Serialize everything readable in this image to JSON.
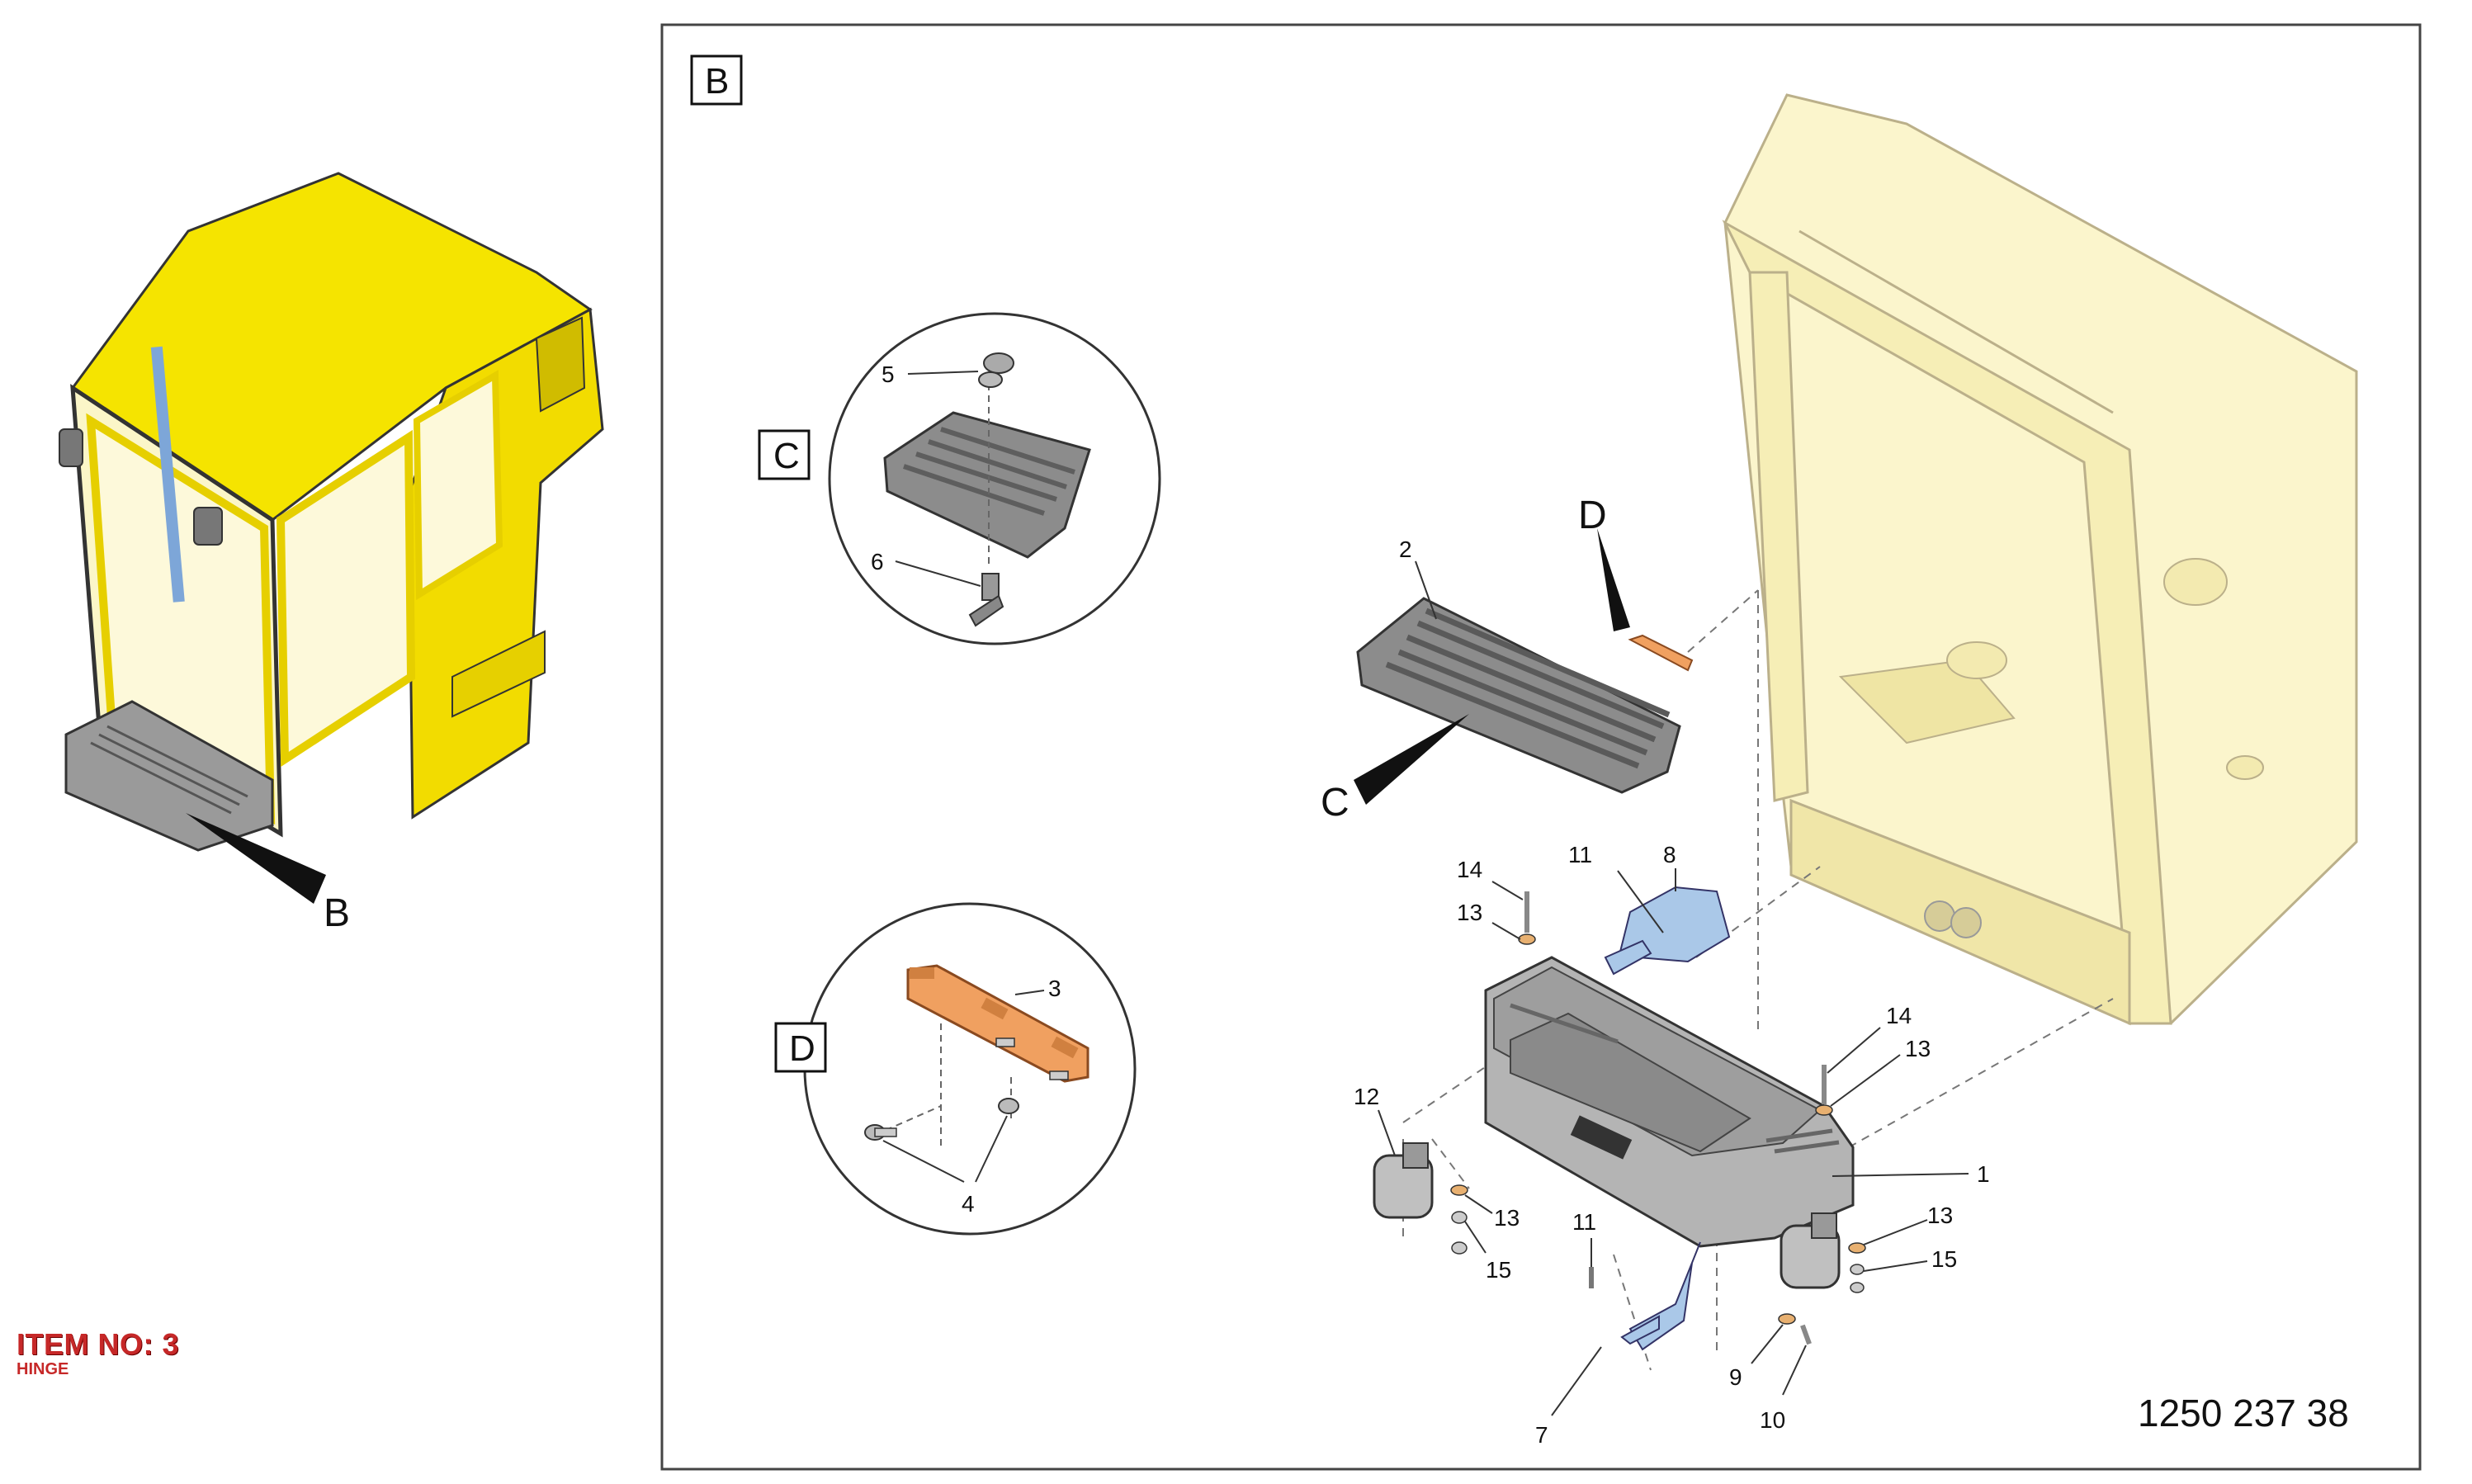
{
  "view_labels": {
    "b_box": "B",
    "b_pointer": "B",
    "c_box": "C",
    "c_pointer": "C",
    "d_box": "D",
    "d_pointer": "D"
  },
  "callouts": {
    "c1": "1",
    "c2": "2",
    "c3": "3",
    "c4": "4",
    "c5": "5",
    "c6": "6",
    "c7": "7",
    "c8": "8",
    "c9": "9",
    "c10": "10",
    "c11a": "11",
    "c11b": "11",
    "c12": "12",
    "c13a": "13",
    "c13b": "13",
    "c13c": "13",
    "c13d": "13",
    "c14a": "14",
    "c14b": "14",
    "c15a": "15",
    "c15b": "15"
  },
  "document_number": "1250 237 38",
  "item": {
    "title": "ITEM NO: 3",
    "subtitle": "HINGE"
  },
  "colors": {
    "cab_yellow": "#f5e400",
    "frame_cream": "#fbf5cc",
    "step_grey": "#8a8a8a",
    "bracket_blue": "#aac8e8",
    "hinge_orange": "#f0a060",
    "item_red": "#c62828"
  }
}
